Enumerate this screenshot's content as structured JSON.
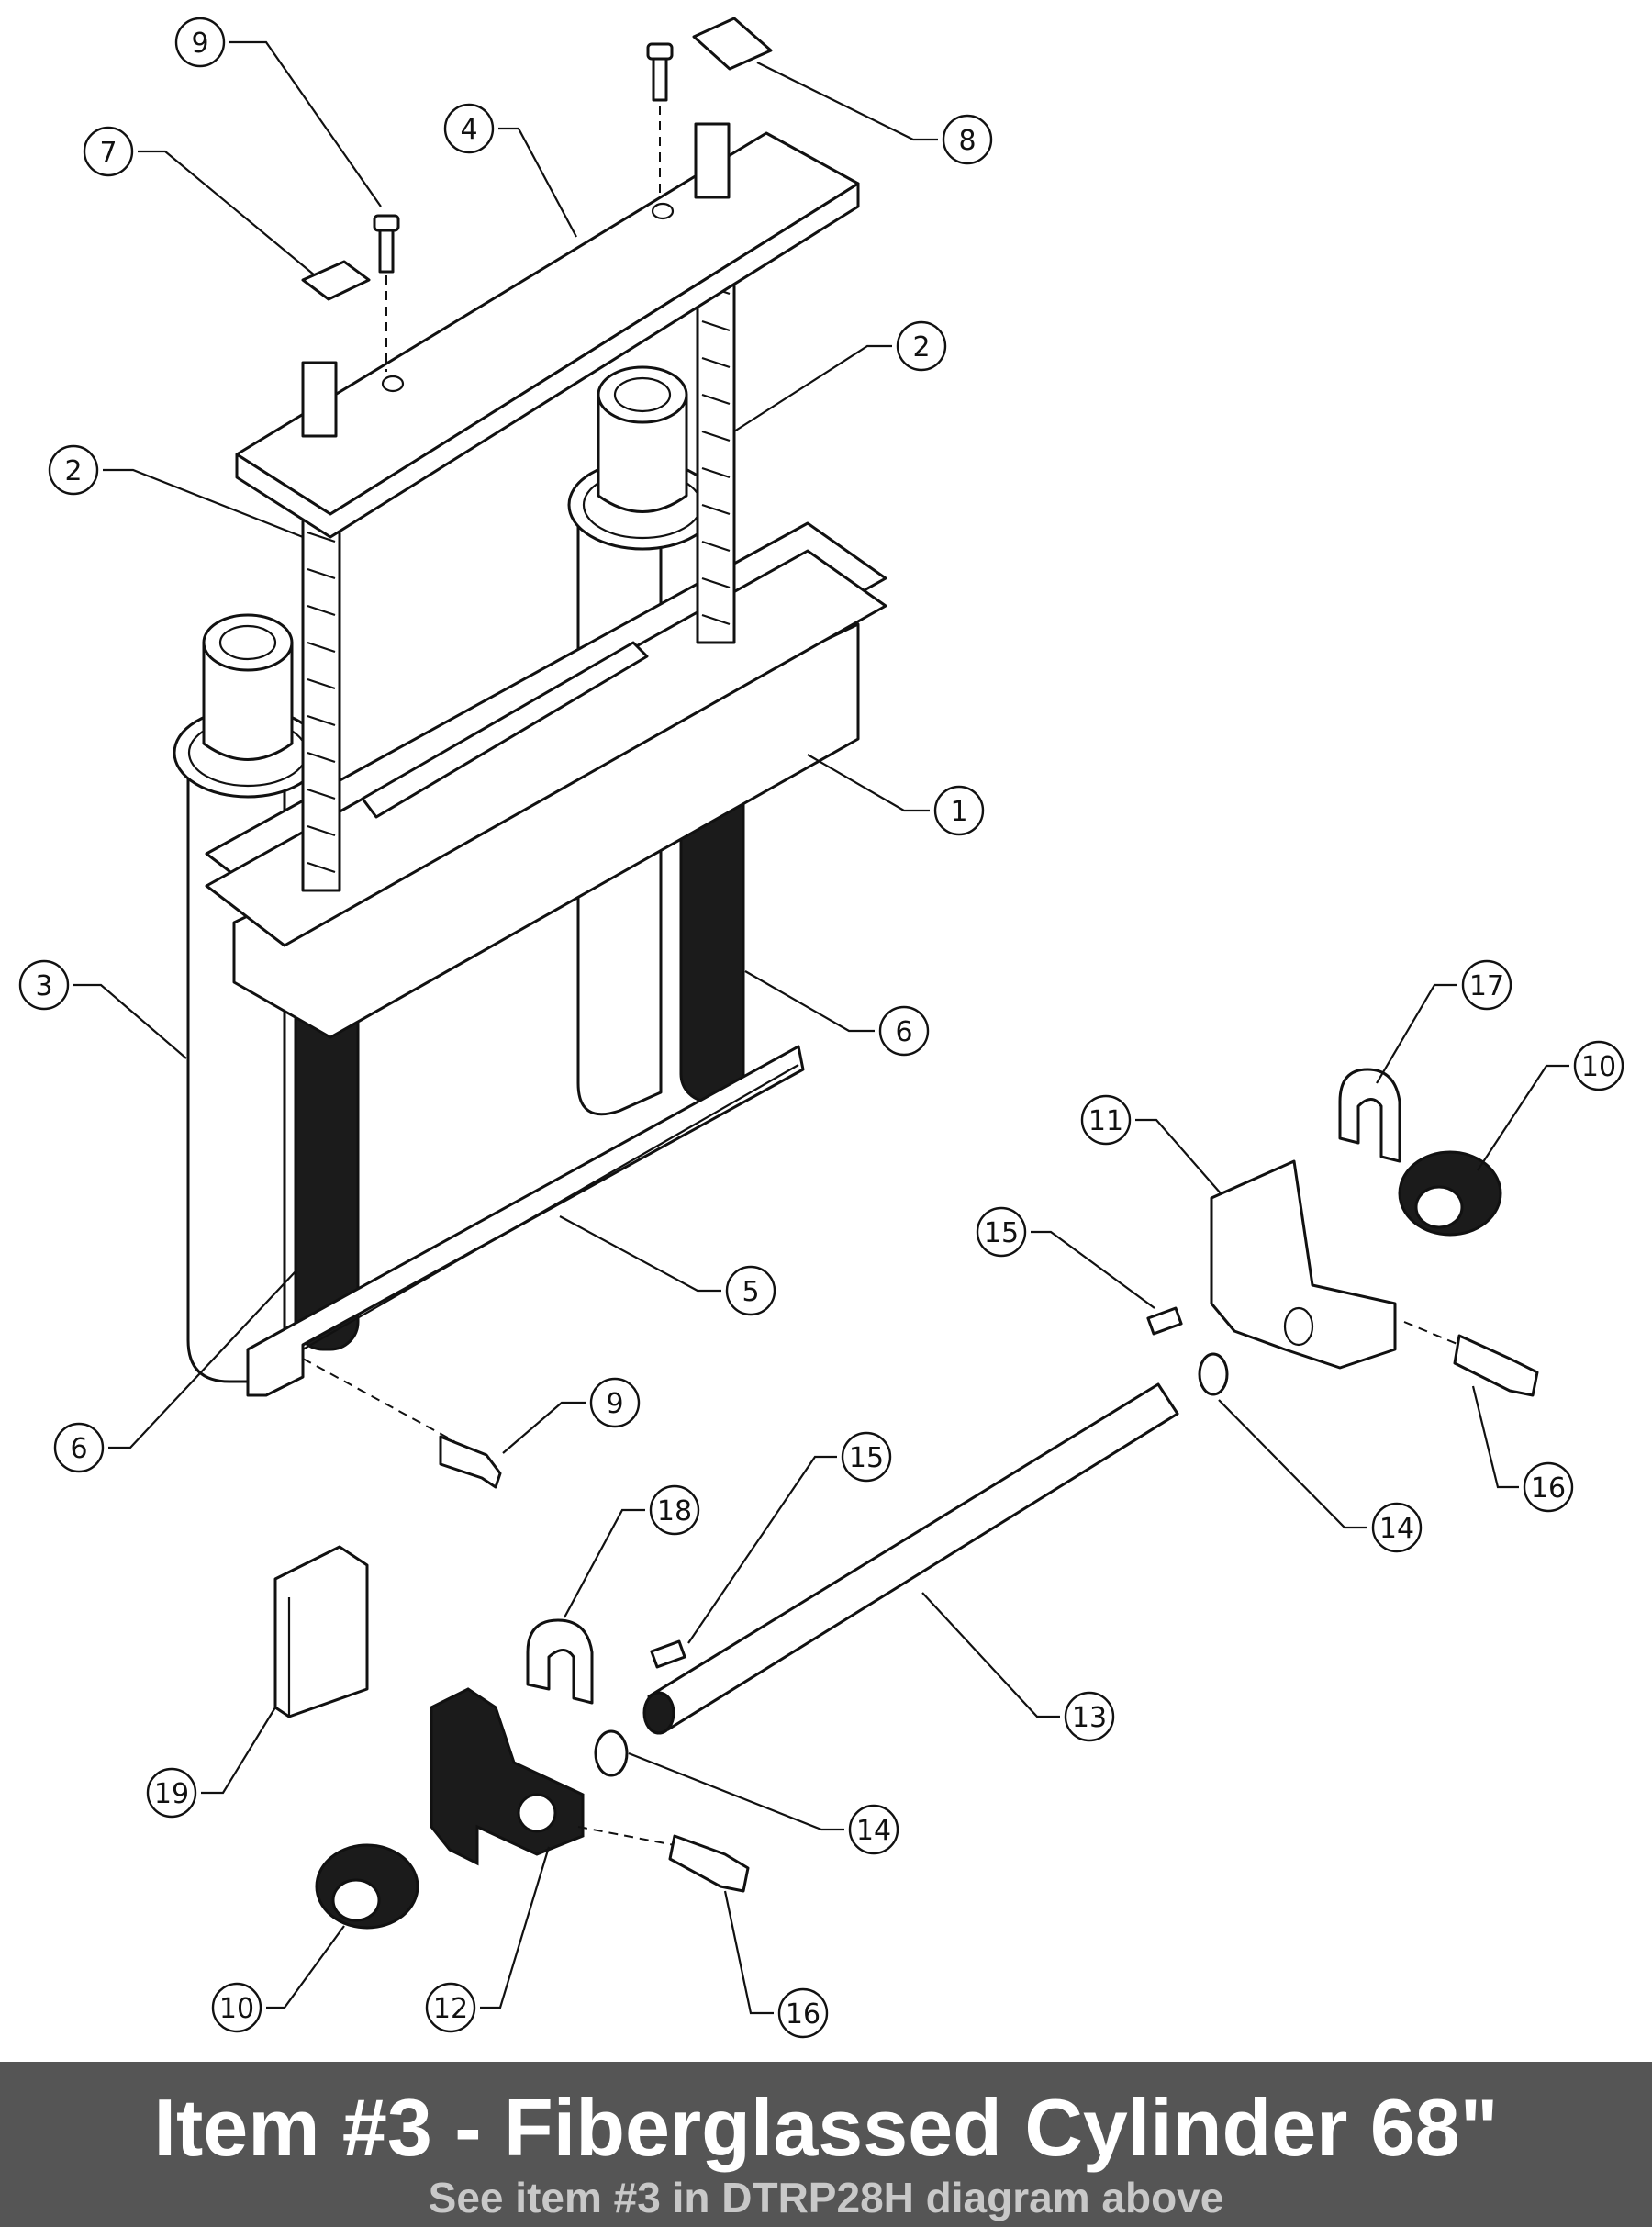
{
  "footer": {
    "title": "Item #3 - Fiberglassed Cylinder 68\"",
    "subtitle": "See item #3 in DTRP28H diagram above"
  },
  "callouts": [
    {
      "id": "9a",
      "number": "9"
    },
    {
      "id": "8",
      "number": "8"
    },
    {
      "id": "7",
      "number": "7"
    },
    {
      "id": "4",
      "number": "4"
    },
    {
      "id": "2a",
      "number": "2"
    },
    {
      "id": "2b",
      "number": "2"
    },
    {
      "id": "1",
      "number": "1"
    },
    {
      "id": "3",
      "number": "3"
    },
    {
      "id": "6a",
      "number": "6"
    },
    {
      "id": "17",
      "number": "17"
    },
    {
      "id": "10a",
      "number": "10"
    },
    {
      "id": "11",
      "number": "11"
    },
    {
      "id": "15a",
      "number": "15"
    },
    {
      "id": "5",
      "number": "5"
    },
    {
      "id": "9b",
      "number": "9"
    },
    {
      "id": "6b",
      "number": "6"
    },
    {
      "id": "16a",
      "number": "16"
    },
    {
      "id": "14a",
      "number": "14"
    },
    {
      "id": "15b",
      "number": "15"
    },
    {
      "id": "18",
      "number": "18"
    },
    {
      "id": "13",
      "number": "13"
    },
    {
      "id": "19",
      "number": "19"
    },
    {
      "id": "14b",
      "number": "14"
    },
    {
      "id": "10b",
      "number": "10"
    },
    {
      "id": "12",
      "number": "12"
    },
    {
      "id": "16b",
      "number": "16"
    }
  ]
}
